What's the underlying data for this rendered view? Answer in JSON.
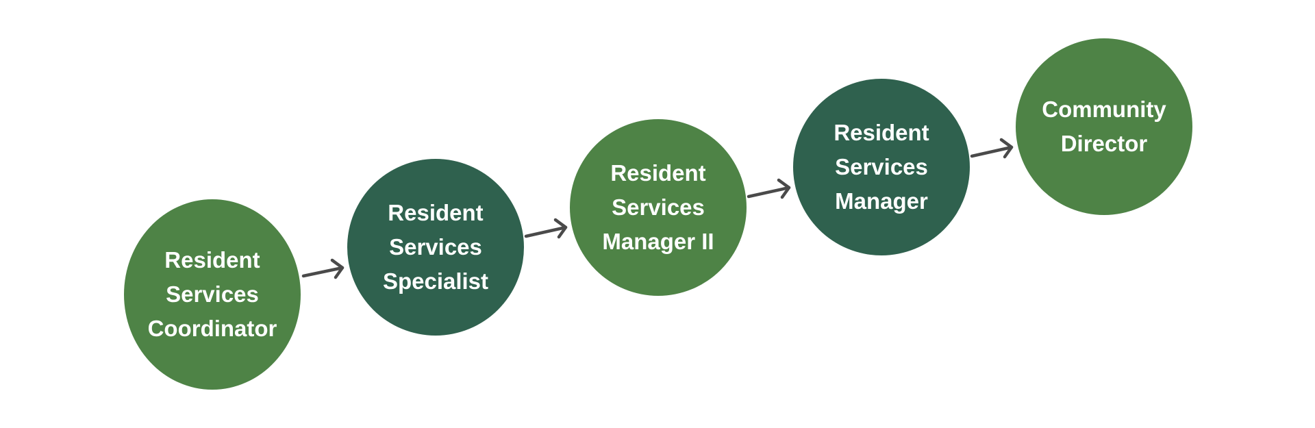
{
  "diagram": {
    "nodes": [
      {
        "label": "Resident\nServices\nCoordinator",
        "color": "#4e8346"
      },
      {
        "label": "Resident\nServices\nSpecialist",
        "color": "#2f614e"
      },
      {
        "label": "Resident\nServices\nManager II",
        "color": "#4e8346"
      },
      {
        "label": "Resident\nServices\nManager",
        "color": "#2f614e"
      },
      {
        "label": "Community\nDirector",
        "color": "#4e8346"
      }
    ],
    "arrow_color": "#4a4a4a",
    "arrow-icon": "arrow-right-icon"
  }
}
